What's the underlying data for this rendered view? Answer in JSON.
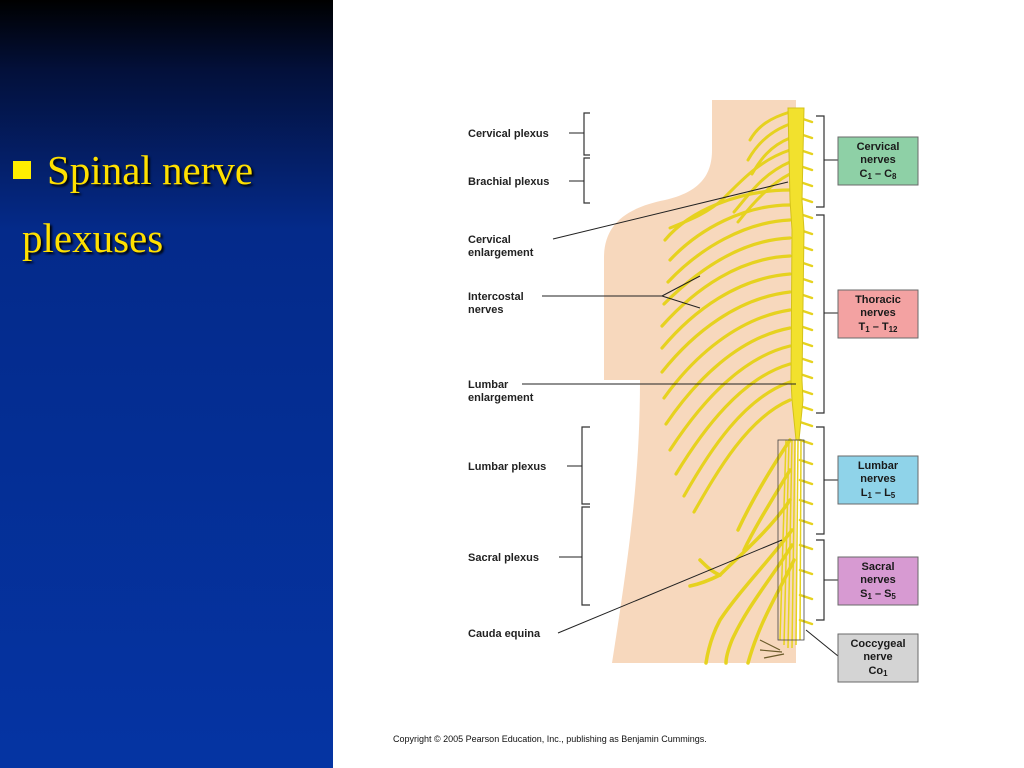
{
  "slide": {
    "title_line_1": "Spinal nerve",
    "title_line_2": "plexuses",
    "bullet_color": "#ffee00",
    "title_color": "#ffe000"
  },
  "diagram": {
    "left_labels": {
      "cervical_plexus": "Cervical plexus",
      "brachial_plexus": "Brachial plexus",
      "cervical_enlargement_1": "Cervical",
      "cervical_enlargement_2": "enlargement",
      "intercostal_1": "Intercostal",
      "intercostal_2": "nerves",
      "lumbar_enlargement_1": "Lumbar",
      "lumbar_enlargement_2": "enlargement",
      "lumbar_plexus": "Lumbar plexus",
      "sacral_plexus": "Sacral plexus",
      "cauda_equina": "Cauda equina"
    },
    "right_boxes": [
      {
        "line1": "Cervical",
        "line2": "nerves",
        "range_a": "C",
        "sub_a": "1",
        "range_b": "C",
        "sub_b": "8",
        "color": "#8ed0a6"
      },
      {
        "line1": "Thoracic",
        "line2": "nerves",
        "range_a": "T",
        "sub_a": "1",
        "range_b": "T",
        "sub_b": "12",
        "color": "#f3a2a2"
      },
      {
        "line1": "Lumbar",
        "line2": "nerves",
        "range_a": "L",
        "sub_a": "1",
        "range_b": "L",
        "sub_b": "5",
        "color": "#8fd3e9"
      },
      {
        "line1": "Sacral",
        "line2": "nerves",
        "range_a": "S",
        "sub_a": "1",
        "range_b": "S",
        "sub_b": "5",
        "color": "#d79ad2"
      },
      {
        "line1": "Coccygeal",
        "line2": "nerve",
        "range_a": "Co",
        "sub_a": "1",
        "color": "#d4d4d4"
      }
    ],
    "range_dash": "–",
    "copyright": "Copyright © 2005 Pearson Education, Inc., publishing as Benjamin Cummings.",
    "skin_color": "#f7d8bd",
    "nerve_color": "#f4e436"
  }
}
